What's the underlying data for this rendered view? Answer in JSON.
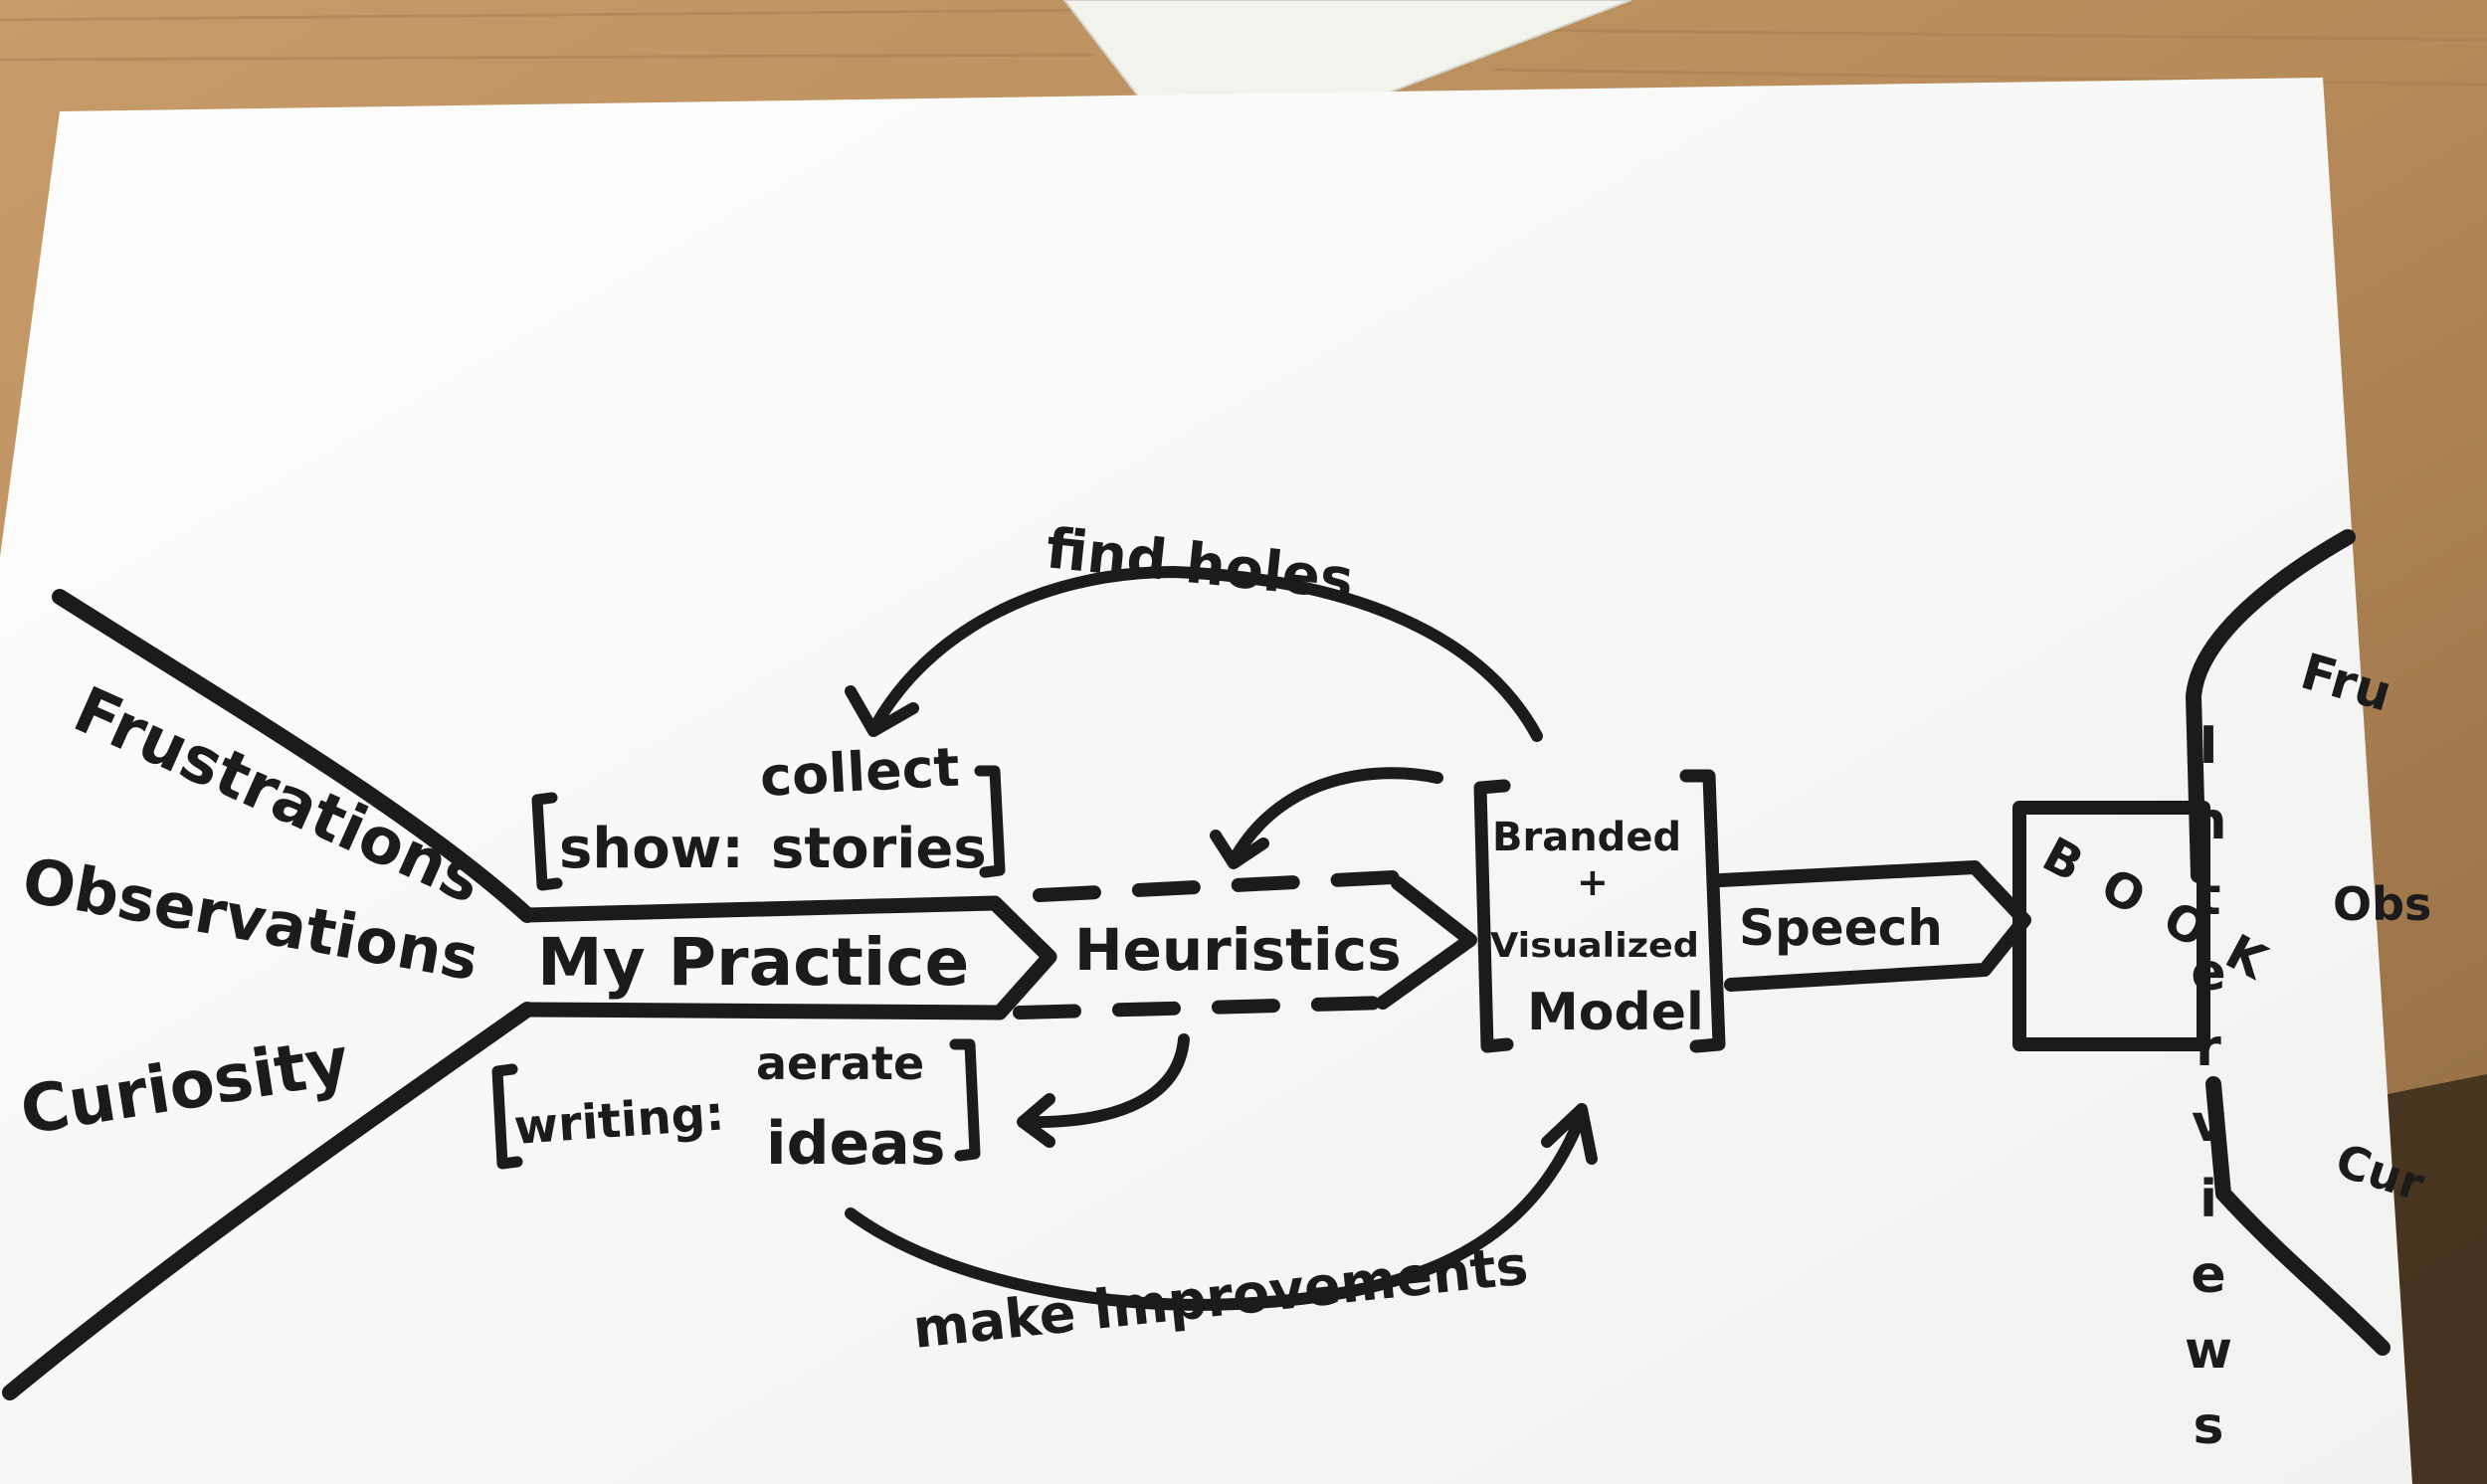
{
  "inputs": [
    "Frustrations",
    "Observations",
    "Curiosity"
  ],
  "practice": "My Practice",
  "show": {
    "label": "show:",
    "action_line1": "collect",
    "action_line2": "stories"
  },
  "writing": {
    "label": "writing:",
    "action_line1": "aerate",
    "action_line2": "ideas"
  },
  "heuristics": "Heuristics",
  "model": {
    "line1": "Branded",
    "line2": "+",
    "line3": "Visualized",
    "line4": "Model"
  },
  "speech": "Speech",
  "book": "BOOK",
  "interviews": "Interviews",
  "feedback": {
    "top": "find holes",
    "bottom": "make improvements"
  },
  "right_inputs": [
    "Fru",
    "Obs",
    "Cur"
  ],
  "colors": {
    "ink": "#1b1b1b",
    "paper": "#fbfbf9",
    "wood": "#b98e5f"
  }
}
